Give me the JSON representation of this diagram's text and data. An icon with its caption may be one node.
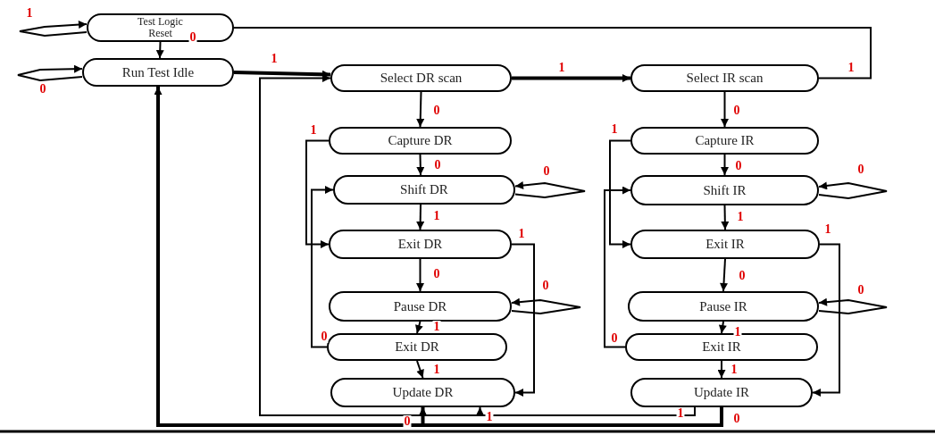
{
  "diagram": {
    "nodes": [
      {
        "text": [
          "Test Logic Reset"
        ]
      },
      {
        "text": [
          "Run Test Idle"
        ]
      },
      {
        "text": [
          "Select DR scan"
        ]
      },
      {
        "text": [
          "Select IR scan"
        ]
      },
      {
        "text": [
          "Capture DR"
        ]
      },
      {
        "text": [
          "Shift DR"
        ]
      },
      {
        "text": [
          "Exit DR"
        ]
      },
      {
        "text": [
          "Pause DR"
        ]
      },
      {
        "text": [
          "Exit DR"
        ]
      },
      {
        "text": [
          "Update DR"
        ]
      },
      {
        "text": [
          "Capture IR"
        ]
      },
      {
        "text": [
          "Shift IR"
        ]
      },
      {
        "text": [
          "Exit IR"
        ]
      },
      {
        "text": [
          "Pause IR"
        ]
      },
      {
        "text": [
          "Exit IR"
        ]
      },
      {
        "text": [
          "Update IR"
        ]
      }
    ],
    "edges": [
      {
        "from": 0,
        "to": 0,
        "arrow": "to",
        "label": "1"
      },
      {
        "from": 0,
        "to": 1,
        "arrow": "to",
        "label": "0"
      },
      {
        "from": 1,
        "to": 1,
        "arrow": "to",
        "label": "0"
      },
      {
        "from": 1,
        "to": 2,
        "arrow": "to",
        "label": "1",
        "style": "thick"
      },
      {
        "from": 2,
        "to": 3,
        "arrow": "to",
        "label": "1",
        "style": "thick"
      },
      {
        "from": 3,
        "to": 0,
        "arrow": "none",
        "label": "1"
      },
      {
        "from": 2,
        "to": 4,
        "arrow": "to",
        "label": "0"
      },
      {
        "from": 4,
        "to": 5,
        "arrow": "to",
        "label": "0"
      },
      {
        "from": 5,
        "to": 5,
        "arrow": "to",
        "label": "0"
      },
      {
        "from": 5,
        "to": 6,
        "arrow": "to",
        "label": "1"
      },
      {
        "from": 6,
        "to": 7,
        "arrow": "to",
        "label": "0"
      },
      {
        "from": 7,
        "to": 7,
        "arrow": "to",
        "label": "0"
      },
      {
        "from": 7,
        "to": 8,
        "arrow": "to",
        "label": "1"
      },
      {
        "from": 8,
        "to": 9,
        "arrow": "to",
        "label": "1"
      },
      {
        "from": 4,
        "to": 6,
        "arrow": "to",
        "label": "1"
      },
      {
        "from": 8,
        "to": 5,
        "arrow": "to",
        "label": "0"
      },
      {
        "from": 6,
        "to": 9,
        "arrow": "to",
        "label": "1"
      },
      {
        "from": 3,
        "to": 10,
        "arrow": "to",
        "label": "0"
      },
      {
        "from": 10,
        "to": 11,
        "arrow": "to",
        "label": "0"
      },
      {
        "from": 11,
        "to": 11,
        "arrow": "to",
        "label": "0"
      },
      {
        "from": 11,
        "to": 12,
        "arrow": "to",
        "label": "1"
      },
      {
        "from": 12,
        "to": 13,
        "arrow": "to",
        "label": "0"
      },
      {
        "from": 13,
        "to": 13,
        "arrow": "to",
        "label": "0"
      },
      {
        "from": 13,
        "to": 14,
        "arrow": "to",
        "label": "1"
      },
      {
        "from": 14,
        "to": 15,
        "arrow": "to",
        "label": "1"
      },
      {
        "from": 10,
        "to": 12,
        "arrow": "to",
        "label": "1"
      },
      {
        "from": 14,
        "to": 11,
        "arrow": "to",
        "label": "0"
      },
      {
        "from": 12,
        "to": 15,
        "arrow": "to",
        "label": "1"
      },
      {
        "from": 15,
        "to": 1,
        "arrow": "to",
        "label": "0",
        "style": "thick"
      },
      {
        "from": 15,
        "to": 9,
        "arrow": "to",
        "label": "0",
        "style": "thick"
      },
      {
        "from": 15,
        "to": 2,
        "arrow": "to",
        "label": "1"
      },
      {
        "from": 15,
        "to": 9,
        "arrow": "to",
        "label": "1"
      }
    ]
  }
}
